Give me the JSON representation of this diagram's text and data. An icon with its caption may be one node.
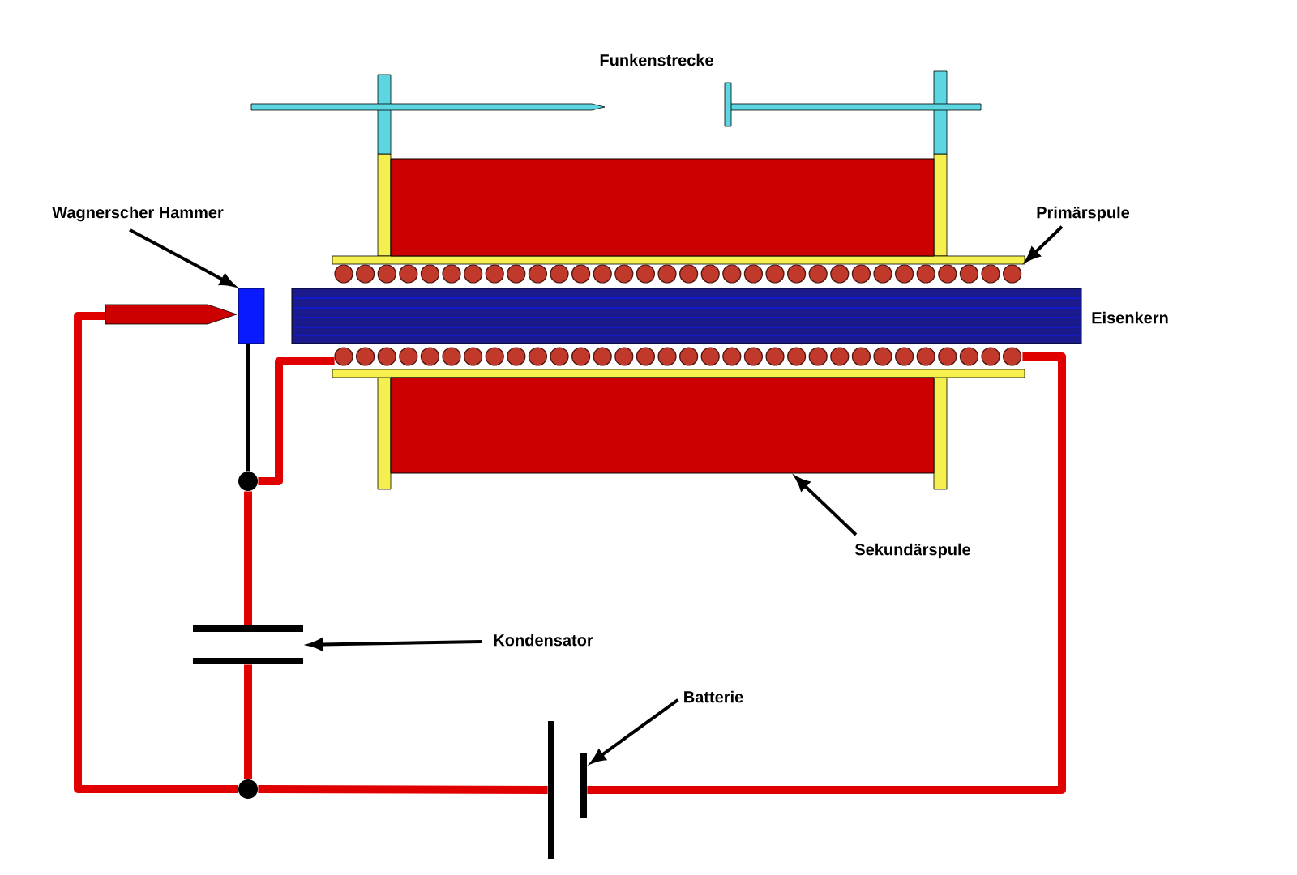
{
  "diagram": {
    "nodes": [
      {
        "text": [
          "Wagnerscher Hammer"
        ]
      },
      {
        "text": [
          "Primärspule"
        ]
      },
      {
        "text": [
          "Sekundärspule"
        ]
      },
      {
        "text": [
          "Kondensator"
        ]
      },
      {
        "text": [
          "Batterie"
        ]
      },
      {
        "text": [],
        "shape": "picture"
      },
      {
        "text": [],
        "shape": "picture"
      },
      {
        "text": [],
        "shape": "box"
      },
      {
        "text": [],
        "shape": "box"
      },
      {
        "text": [],
        "shape": "picture"
      },
      {
        "text": [],
        "shape": "picture"
      },
      {
        "text": [],
        "shape": "circle"
      },
      {
        "text": [],
        "shape": "circle"
      }
    ],
    "edges": [
      {
        "from": 0,
        "to": 5,
        "arrow": "to"
      },
      {
        "from": 1,
        "to": 6,
        "arrow": "to"
      },
      {
        "from": 2,
        "to": 8,
        "arrow": "to"
      },
      {
        "from": 3,
        "to": 9,
        "arrow": "to"
      },
      {
        "from": 4,
        "to": 10,
        "arrow": "to"
      },
      {
        "from": 5,
        "to": 12,
        "arrow": "none",
        "style": "thick",
        "color": "#e00000"
      },
      {
        "from": 12,
        "to": 10,
        "arrow": "none",
        "style": "thick",
        "color": "#e00000"
      },
      {
        "from": 10,
        "to": 6,
        "arrow": "none",
        "style": "thick",
        "color": "#e00000"
      },
      {
        "from": 12,
        "to": 9,
        "arrow": "none",
        "style": "thick",
        "color": "#e00000"
      },
      {
        "from": 9,
        "to": 11,
        "arrow": "none",
        "style": "thick",
        "color": "#e00000"
      },
      {
        "from": 11,
        "to": 5,
        "arrow": "none"
      },
      {
        "from": 11,
        "to": 6,
        "arrow": "none",
        "style": "thick",
        "color": "#e00000"
      }
    ],
    "labels": [
      "Funkenstrecke",
      "Eisenkern"
    ]
  }
}
